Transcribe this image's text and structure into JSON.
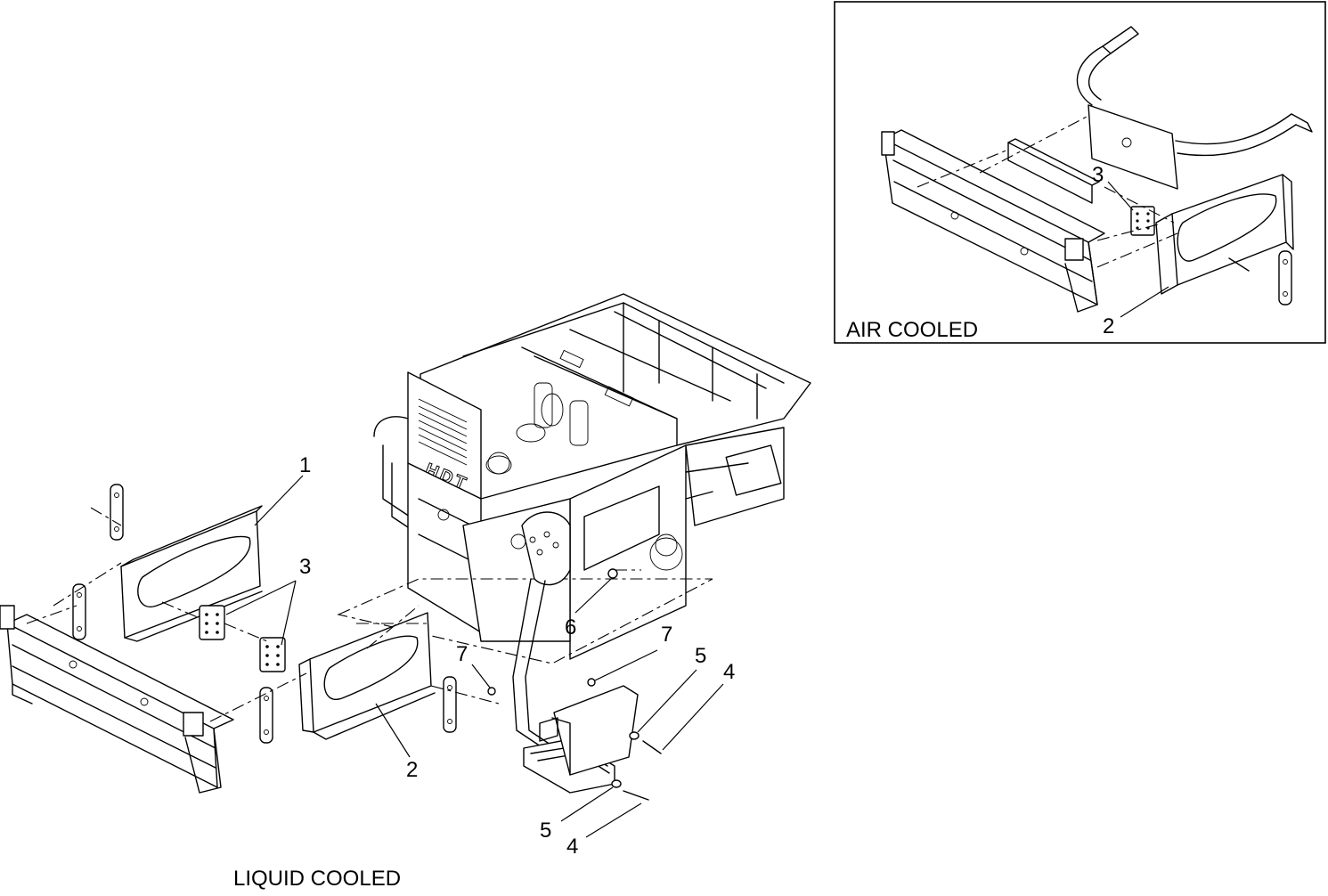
{
  "captions": {
    "inset": "AIR COOLED",
    "main": "LIQUID COOLED"
  },
  "frame_marking": "HDT",
  "callouts": {
    "main": [
      {
        "id": "c1",
        "text": "1"
      },
      {
        "id": "c3",
        "text": "3"
      },
      {
        "id": "c6",
        "text": "6"
      },
      {
        "id": "c7a",
        "text": "7"
      },
      {
        "id": "c7b",
        "text": "7"
      },
      {
        "id": "c5a",
        "text": "5"
      },
      {
        "id": "c4a",
        "text": "4"
      },
      {
        "id": "c2",
        "text": "2"
      },
      {
        "id": "c5b",
        "text": "5"
      },
      {
        "id": "c4b",
        "text": "4"
      }
    ],
    "inset": [
      {
        "id": "i3",
        "text": "3"
      },
      {
        "id": "i2",
        "text": "2"
      }
    ]
  }
}
